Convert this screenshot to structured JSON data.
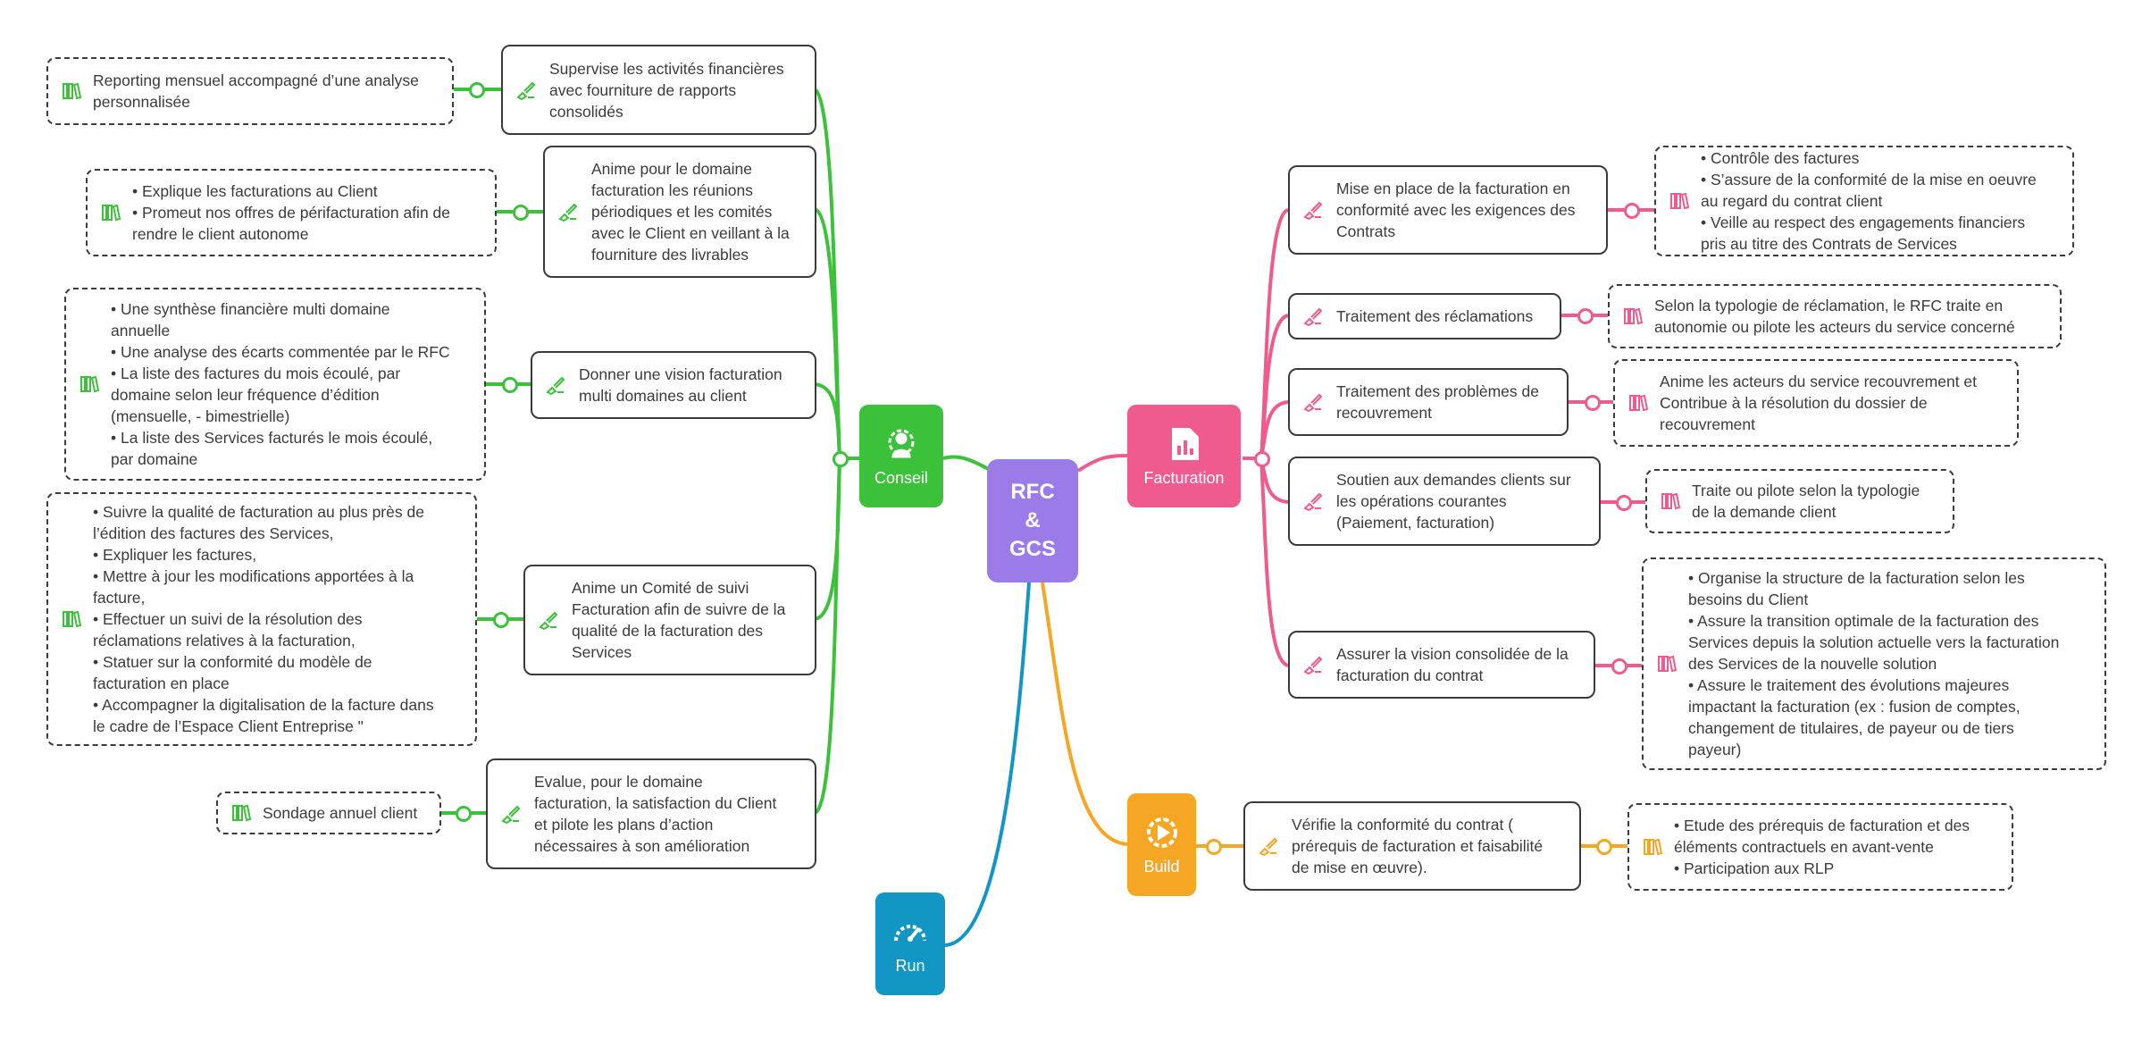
{
  "center": {
    "line1": "RFC",
    "line2": "&",
    "line3": "GCS"
  },
  "colors": {
    "conseil": "#3cc13b",
    "facturation": "#ef5b8e",
    "build": "#f5a623",
    "run": "#1297c4",
    "center": "#9b7be8"
  },
  "categories": {
    "conseil": {
      "label": "Conseil",
      "icon": "user-gear-icon"
    },
    "facturation": {
      "label": "Facturation",
      "icon": "report-chart-icon"
    },
    "build": {
      "label": "Build",
      "icon": "gear-play-icon"
    },
    "run": {
      "label": "Run",
      "icon": "speedometer-icon"
    }
  },
  "conseil": [
    {
      "task": "Supervise les activités financières\navec fourniture de rapports\nconsolidés",
      "detail": "Reporting mensuel accompagné d’une analyse\npersonnalisée"
    },
    {
      "task": "Anime pour le domaine\nfacturation les réunions\npériodiques et les comités\navec le Client en veillant à la\nfourniture des livrables",
      "detail": "• Explique les facturations au Client\n• Promeut nos offres de périfacturation afin de\nrendre le client autonome"
    },
    {
      "task": "Donner une vision facturation\nmulti domaines au client",
      "detail": "• Une synthèse financière multi domaine\nannuelle\n• Une analyse des écarts commentée par le RFC\n• La liste des factures du mois écoulé, par\ndomaine selon leur fréquence d’édition\n(mensuelle, - bimestrielle)\n• La liste des Services facturés le mois écoulé,\npar domaine"
    },
    {
      "task": "Anime un Comité de suivi\nFacturation afin de suivre de la\nqualité de la facturation des\nServices",
      "detail": "• Suivre la qualité de facturation au plus près de\nl’édition des factures des Services,\n• Expliquer les factures,\n• Mettre à jour les modifications apportées à la\nfacture,\n• Effectuer un suivi de la résolution des\nréclamations relatives à la facturation,\n• Statuer sur la conformité du modèle de\nfacturation en place\n• Accompagner la digitalisation de la facture dans\nle cadre de l’Espace Client Entreprise \""
    },
    {
      "task": "Evalue, pour le domaine\nfacturation, la satisfaction du Client\net pilote les plans d’action\nnécessaires à son amélioration",
      "detail": "Sondage annuel client"
    }
  ],
  "facturation": [
    {
      "task": "Mise en place de la facturation en\nconformité avec les exigences des\nContrats",
      "detail": "• Contrôle des factures\n• S’assure de la conformité de la mise en oeuvre\nau regard du contrat client\n• Veille au respect des engagements financiers\npris au titre des Contrats de Services"
    },
    {
      "task": "Traitement des réclamations",
      "detail": "Selon la typologie de réclamation, le RFC traite en\nautonomie ou pilote les acteurs du service concerné"
    },
    {
      "task": "Traitement des problèmes de\nrecouvrement",
      "detail": "Anime les acteurs du service recouvrement et\nContribue à la résolution du dossier de\nrecouvrement"
    },
    {
      "task": "Soutien aux demandes clients sur\nles opérations courantes\n(Paiement, facturation)",
      "detail": "Traite ou pilote selon la typologie\nde la demande client"
    },
    {
      "task": "Assurer la vision consolidée de la\nfacturation du contrat",
      "detail": "• Organise la structure de la facturation selon les\nbesoins du Client\n• Assure la transition optimale de la facturation des\nServices depuis la solution actuelle vers la facturation\ndes Services de la nouvelle solution\n•  Assure le traitement des évolutions majeures\nimpactant la facturation (ex : fusion de comptes,\nchangement de titulaires, de payeur ou de tiers\npayeur)"
    }
  ],
  "build": [
    {
      "task": "Vérifie la conformité du contrat (\nprérequis de facturation et faisabilité\nde mise en œuvre).",
      "detail": "• Etude des prérequis de facturation et des\néléments contractuels en avant-vente\n• Participation aux RLP"
    }
  ],
  "icons": {
    "task": "hand-pen-icon",
    "detail": "books-icon"
  }
}
